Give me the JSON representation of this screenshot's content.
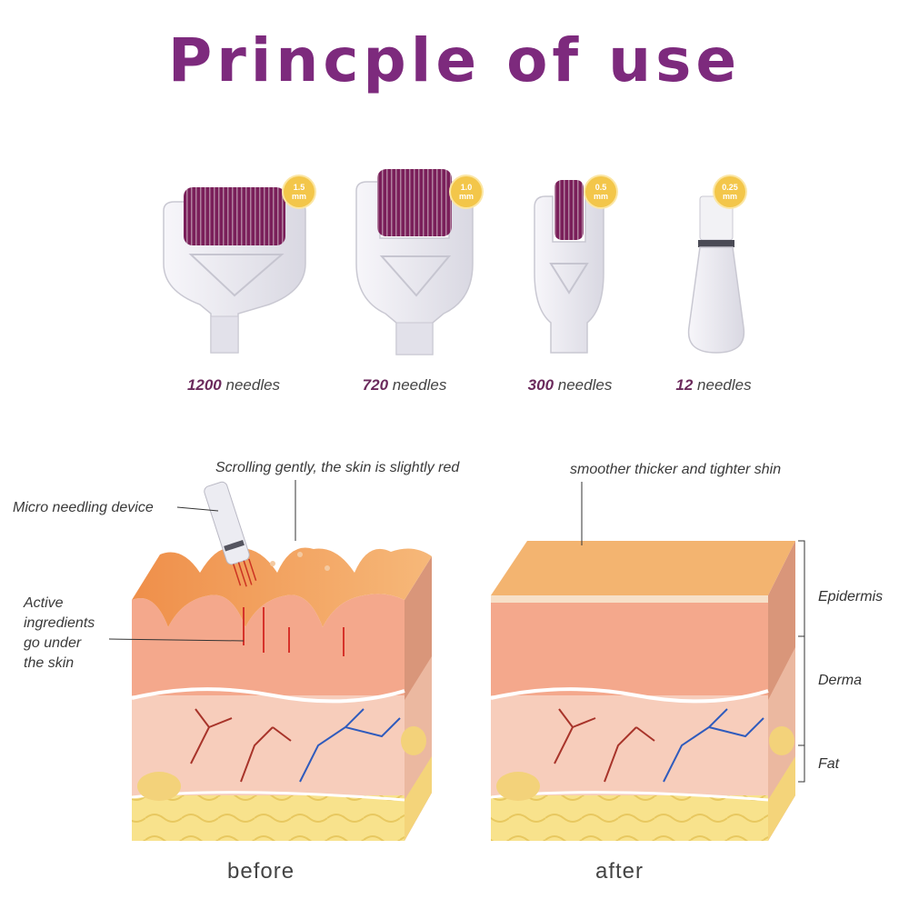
{
  "title": "Princple of use",
  "rollers": [
    {
      "size": "1.5",
      "unit": "mm",
      "count": "1200",
      "needles_word": "needles"
    },
    {
      "size": "1.0",
      "unit": "mm",
      "count": "720",
      "needles_word": "needles"
    },
    {
      "size": "0.5",
      "unit": "mm",
      "count": "300",
      "needles_word": "needles"
    },
    {
      "size": "0.25",
      "unit": "mm",
      "count": "12",
      "needles_word": "needles"
    }
  ],
  "diagram": {
    "device_label": "Micro needling device",
    "scroll_note": "Scrolling gently, the skin is slightly red",
    "ingredients_note": [
      "Active",
      "ingredients",
      "go under",
      "the skin"
    ],
    "after_note": "smoother thicker and tighter shin",
    "layers": [
      "Epidermis",
      "Derma",
      "Fat"
    ],
    "before_caption": "before",
    "after_caption": "after"
  },
  "colors": {
    "title": "#7d2a7d",
    "badge": "#f3c64a",
    "roller_barrel": "#7a1f5a",
    "roller_body": "#e9e8ef",
    "epidermis_top": "#f3a763",
    "dermis": "#f4a88c",
    "fat": "#f7dc7a"
  }
}
